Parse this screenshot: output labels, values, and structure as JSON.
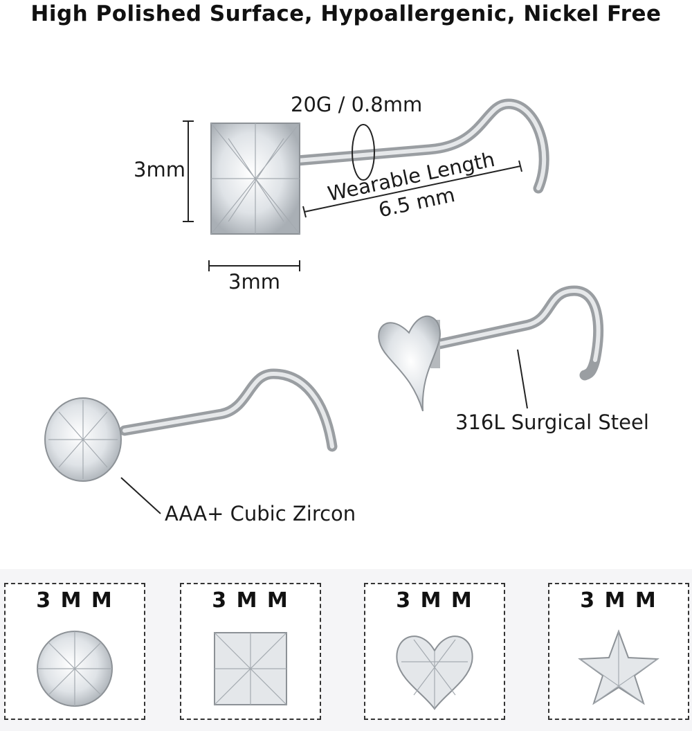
{
  "headline": "High Polished Surface, Hypoallergenic, Nickel Free",
  "labels": {
    "gauge": "20G / 0.8mm",
    "height": "3mm",
    "width": "3mm",
    "wearable_line1": "Wearable Length",
    "wearable_line2": "6.5 mm",
    "steel": "316L Surgical Steel",
    "zircon": "AAA+ Cubic Zircon"
  },
  "shapes": [
    {
      "shape": "round-icon",
      "size": "3 M M"
    },
    {
      "shape": "square-icon",
      "size": "3 M M"
    },
    {
      "shape": "heart-icon",
      "size": "3 M M"
    },
    {
      "shape": "star-icon",
      "size": "3 M M"
    }
  ],
  "colors": {
    "metal": "#c9cbce",
    "gem": "#e9ecef",
    "text": "#111111"
  }
}
